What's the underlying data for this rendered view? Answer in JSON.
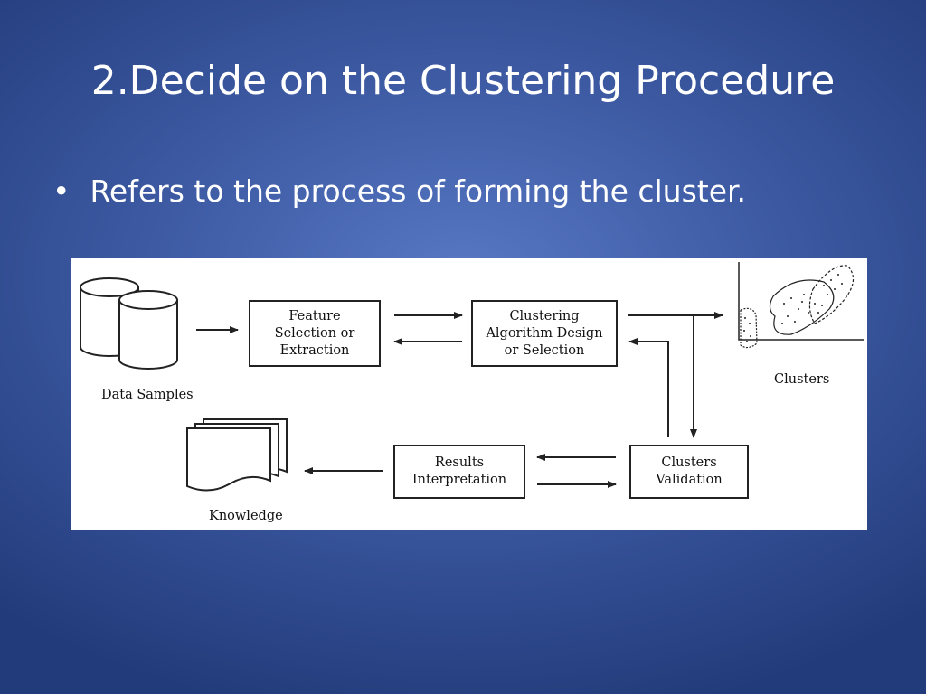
{
  "slide": {
    "title": "2.Decide on the Clustering Procedure",
    "bullet_marker": "•",
    "bullet_text": "Refers to the process of forming the cluster."
  },
  "diagram": {
    "nodes": {
      "data_samples": {
        "label": "Data Samples"
      },
      "feature": {
        "lines": [
          "Feature",
          "Selection or",
          "Extraction"
        ]
      },
      "algorithm": {
        "lines": [
          "Clustering",
          "Algorithm Design",
          "or Selection"
        ]
      },
      "clusters": {
        "label": "Clusters"
      },
      "validation": {
        "lines": [
          "Clusters",
          "Validation"
        ]
      },
      "results": {
        "lines": [
          "Results",
          "Interpretation"
        ]
      },
      "knowledge": {
        "label": "Knowledge"
      }
    },
    "edges": [
      {
        "from": "data_samples",
        "to": "feature"
      },
      {
        "from": "feature",
        "to": "algorithm"
      },
      {
        "from": "algorithm",
        "to": "feature"
      },
      {
        "from": "algorithm",
        "to": "clusters"
      },
      {
        "from": "clusters",
        "to": "validation"
      },
      {
        "from": "validation",
        "to": "algorithm"
      },
      {
        "from": "validation",
        "to": "results"
      },
      {
        "from": "results",
        "to": "validation"
      },
      {
        "from": "results",
        "to": "knowledge"
      }
    ],
    "colors": {
      "line": "#222222",
      "figure_background": "#ffffff"
    }
  }
}
